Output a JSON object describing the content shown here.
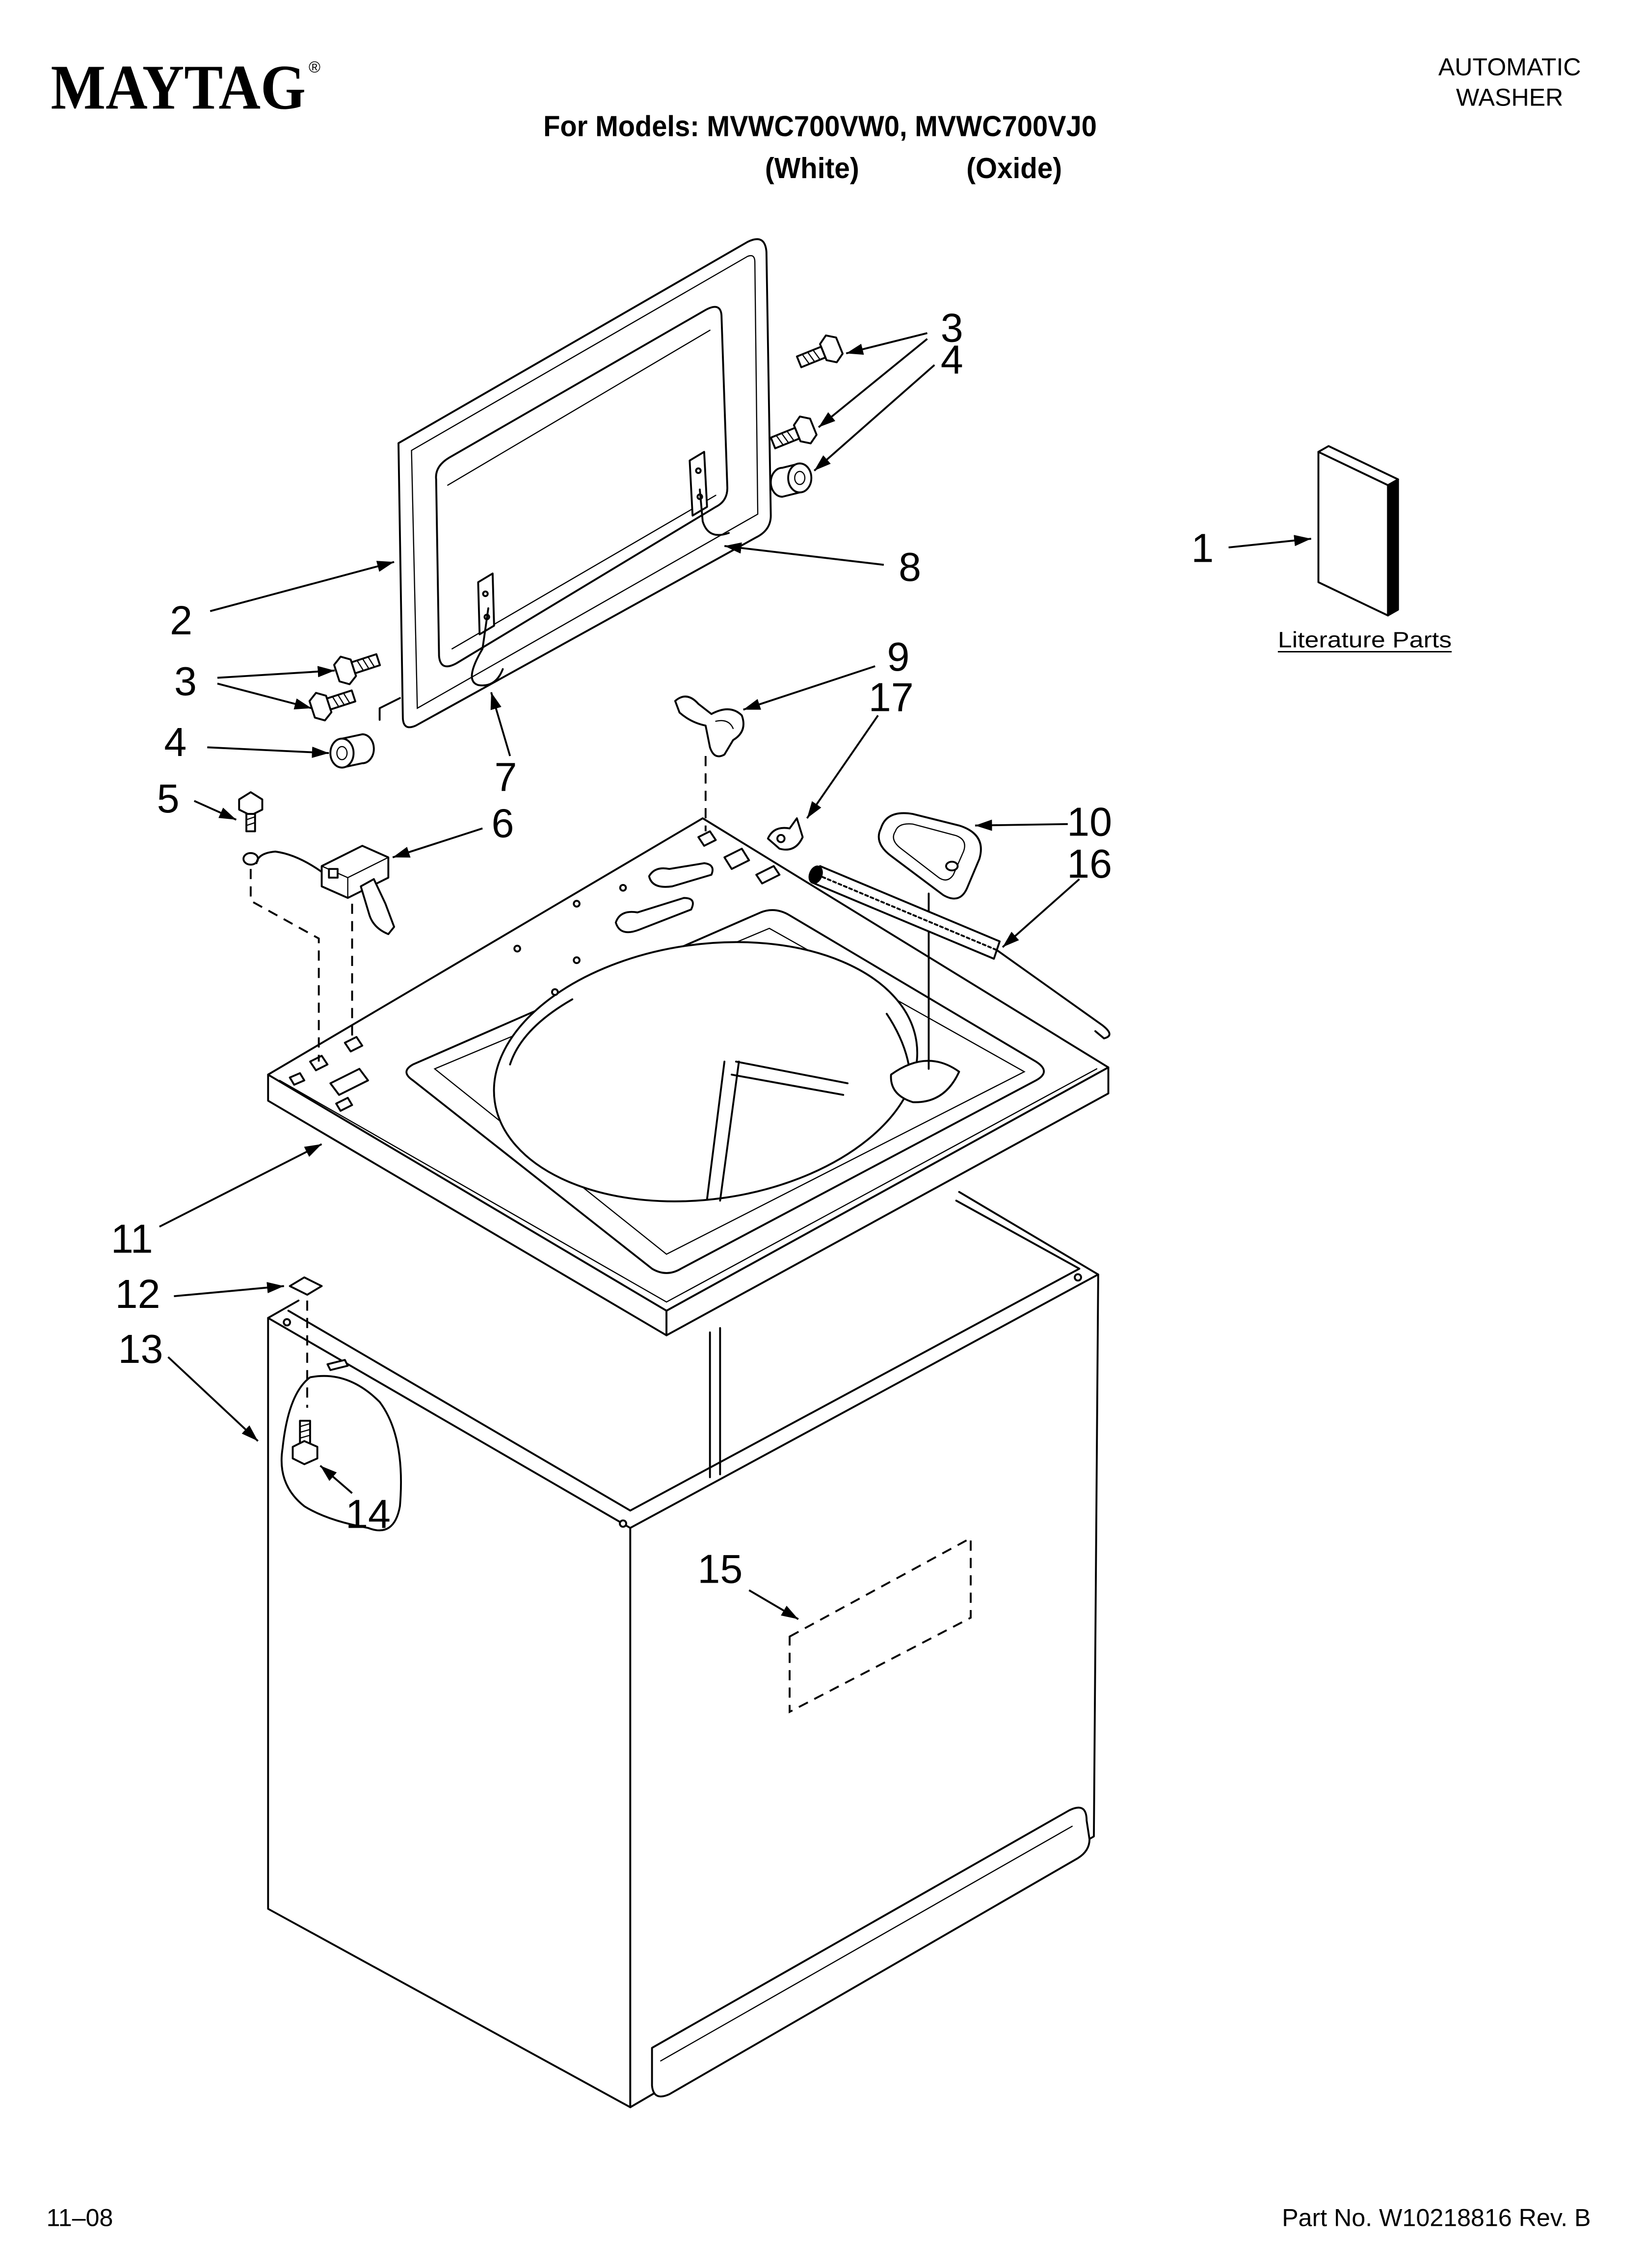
{
  "header": {
    "brand": "MAYTAG",
    "brand_mark": "®",
    "product_line1": "AUTOMATIC",
    "product_line2": "WASHER",
    "models_line": "For Models: MVWC700VW0, MVWC700VJ0",
    "color_1": "(White)",
    "color_2": "(Oxide)"
  },
  "callouts": [
    "1",
    "2",
    "3",
    "3",
    "4",
    "4",
    "5",
    "6",
    "7",
    "8",
    "9",
    "10",
    "11",
    "12",
    "13",
    "14",
    "15",
    "16",
    "17"
  ],
  "literature_label": "Literature Parts",
  "footer": {
    "date": "11–08",
    "part_number": "Part No. W10218816 Rev. B"
  },
  "colors": {
    "ink": "#000000",
    "paper": "#ffffff"
  }
}
